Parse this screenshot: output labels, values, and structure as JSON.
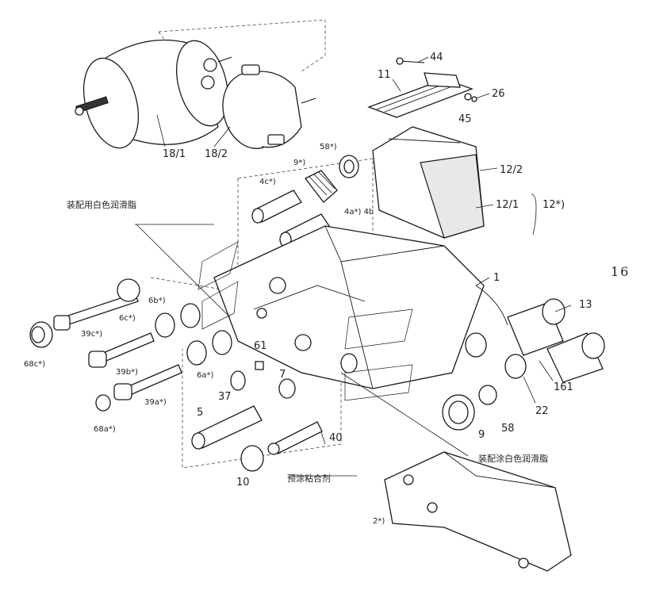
{
  "page_number": "16",
  "notes": {
    "grease_assembly": "装配用白色润滑脂",
    "grease_apply": "装配涂白色润滑脂",
    "adhesive": "预涂粘合剂"
  },
  "labels": {
    "l44": "44",
    "l11": "11",
    "l26": "26",
    "l45": "45",
    "l18_1": "18/1",
    "l18_2": "18/2",
    "l58_top": "58*)",
    "l9_top": "9*)",
    "l4c": "4c*)",
    "l4a4b": "4a*) 4b",
    "l12_2": "12/2",
    "l12_1": "12/1",
    "l12": "12*)",
    "l1": "1",
    "l6b": "6b*)",
    "l6c": "6c*)",
    "l39c": "39c*)",
    "l68c": "68c*)",
    "l39b": "39b*)",
    "l6a": "6a*)",
    "l61": "61",
    "l7": "7",
    "l37": "37",
    "l39a": "39a*)",
    "l68a": "68a*)",
    "l5": "5",
    "l10": "10",
    "l40": "40",
    "l9_bot": "9",
    "l58_bot": "58",
    "l13": "13",
    "l161": "161",
    "l22": "22",
    "l2": "2*)"
  }
}
